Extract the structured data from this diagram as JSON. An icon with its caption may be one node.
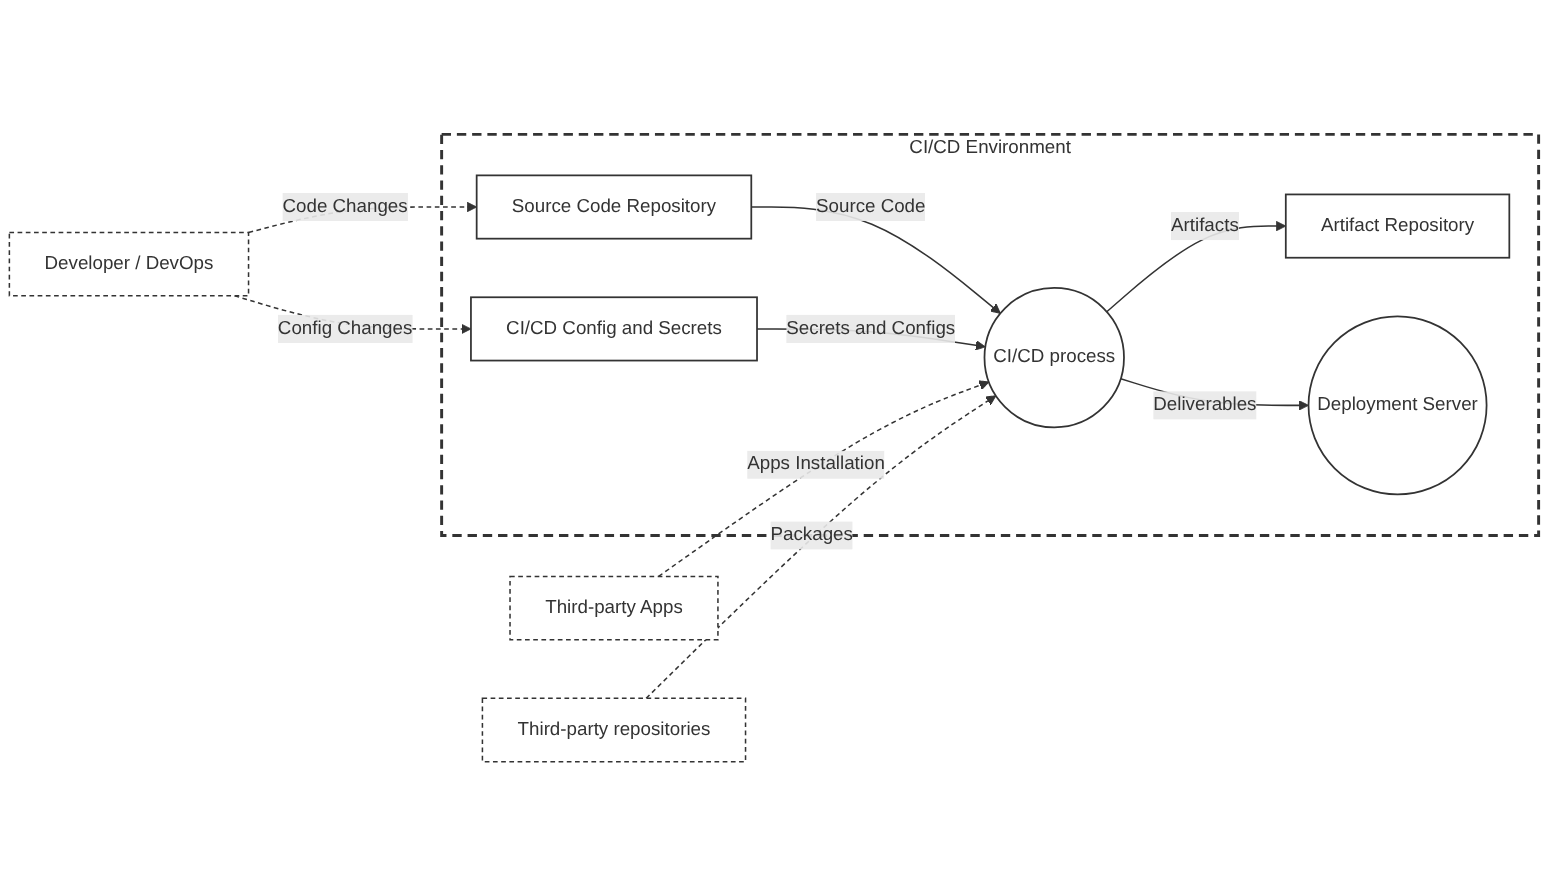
{
  "diagram": {
    "nodes": [
      {
        "text": [
          "CI/CD Environment"
        ]
      },
      {
        "text": [
          "Source Code Repository"
        ],
        "in": 0
      },
      {
        "text": [
          "Artifact Repository"
        ],
        "in": 0
      },
      {
        "text": [
          "CI/CD process"
        ],
        "in": 0
      },
      {
        "text": [
          "Deployment Server"
        ],
        "in": 0
      },
      {
        "text": [
          "CI/CD Config and Secrets"
        ],
        "in": 0
      },
      {
        "text": [
          "Developer / DevOps"
        ]
      },
      {
        "text": [
          "Third-party Apps"
        ]
      },
      {
        "text": [
          "Third-party repositories"
        ]
      }
    ],
    "edges": [
      {
        "from": 6,
        "to": 1,
        "arrow": "to",
        "label": "Code Changes",
        "style": "dashed"
      },
      {
        "from": 6,
        "to": 5,
        "arrow": "to",
        "label": "Config Changes",
        "style": "dashed"
      },
      {
        "from": 1,
        "to": 3,
        "arrow": "to",
        "label": "Source Code"
      },
      {
        "from": 3,
        "to": 2,
        "arrow": "to",
        "label": "Artifacts"
      },
      {
        "from": 5,
        "to": 3,
        "arrow": "to",
        "label": "Secrets and Configs"
      },
      {
        "from": 3,
        "to": 4,
        "arrow": "to",
        "label": "Deliverables"
      },
      {
        "from": 7,
        "to": 3,
        "arrow": "to",
        "label": "Apps Installation",
        "style": "dashed"
      },
      {
        "from": 8,
        "to": 3,
        "arrow": "to",
        "label": "Packages",
        "style": "dashed"
      }
    ]
  }
}
